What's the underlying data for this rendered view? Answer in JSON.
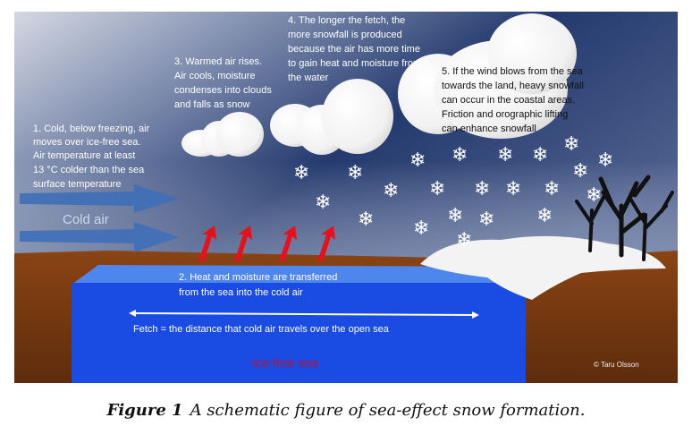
{
  "figure": {
    "step1": [
      "1. Cold, below freezing, air",
      "moves over ice-free sea.",
      "Air temperature at least",
      "13 °C colder than the sea",
      "surface temperature"
    ],
    "cold_air_label": "Cold air",
    "step2": [
      "2. Heat and moisture are transferred",
      "from the sea into the cold air"
    ],
    "step3": [
      "3. Warmed air rises.",
      "Air cools, moisture",
      "condenses into clouds",
      "and falls as snow"
    ],
    "step4": [
      "4. The longer the fetch, the",
      "more snowfall is produced",
      "because the air has more time",
      "to gain heat and moisture from",
      "the water"
    ],
    "step5": [
      "5. If the wind blows from the sea",
      "towards the land, heavy snowfall",
      "can occur in the coastal areas.",
      "Friction and orographic lifting",
      "can enhance snowfall"
    ],
    "fetch_label": "Fetch = the distance that cold air travels over the open sea",
    "sea_label": "Ice-free sea",
    "copyright": "© Taru Olsson",
    "colors": {
      "sea": "#1a4be3",
      "land": "#7a3a10",
      "sea_label": "#c0102a",
      "heat_arrows": "#e8101a"
    }
  },
  "caption": {
    "number": "Figure 1",
    "text": "A schematic figure of sea-effect snow formation."
  }
}
